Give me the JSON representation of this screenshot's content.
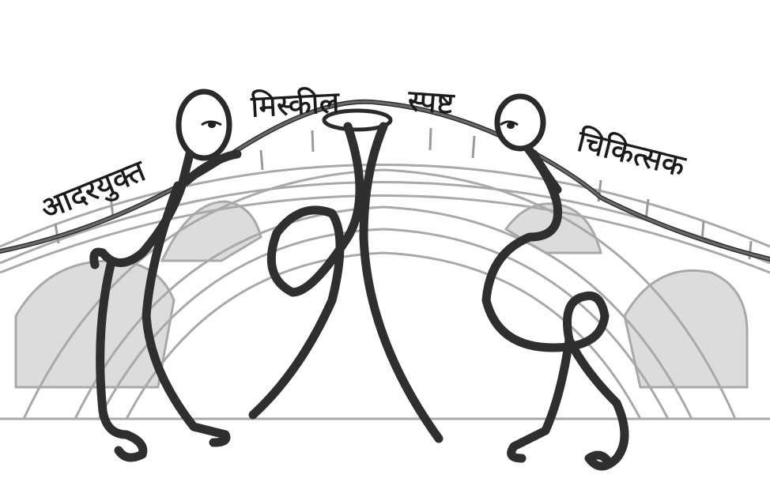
{
  "illustration": {
    "subject": "stick-figure-bridge-illustration",
    "words": {
      "left": "आदरयुक्त",
      "center_left": "मिस्कील",
      "center_right": "स्पष्ट",
      "right": "चिकित्सक"
    },
    "colors": {
      "ink": "#2f2f2f",
      "bridge_stroke": "#a9a9a9",
      "bridge_fill": "#dcdcdc",
      "background": "#ffffff"
    },
    "icons": [
      "bridge-icon",
      "stick-figure-icon",
      "handshake-ring-icon"
    ]
  }
}
